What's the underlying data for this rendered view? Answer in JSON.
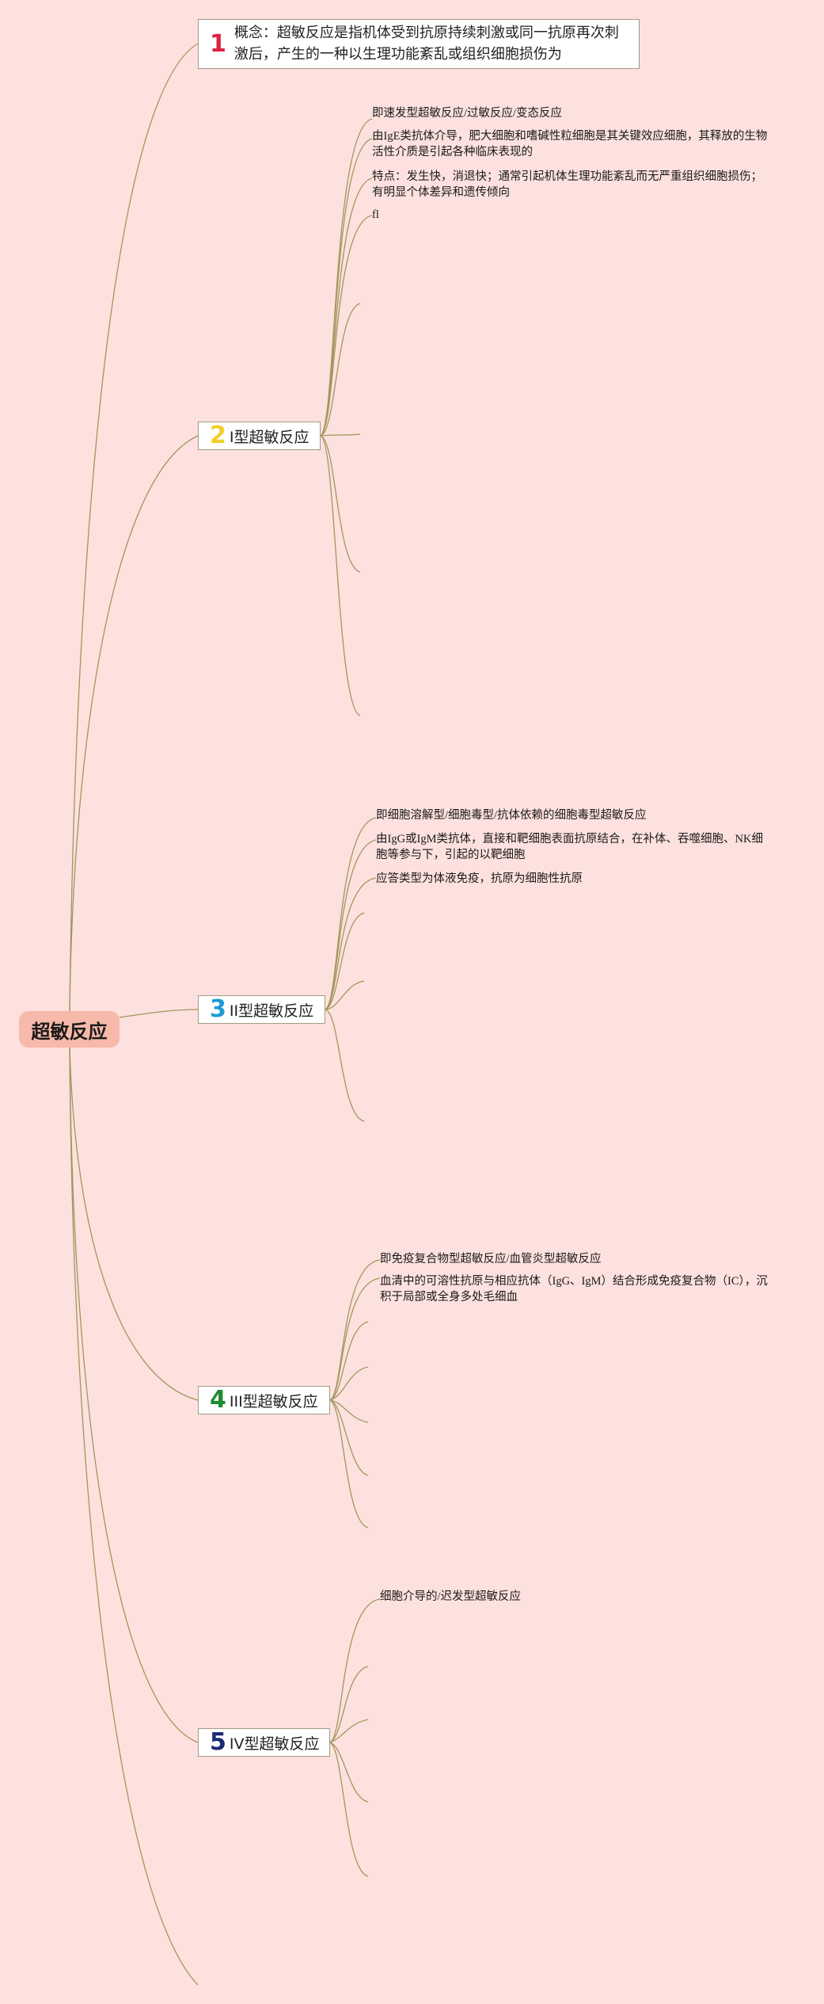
{
  "colors": {
    "background": "#fde1de",
    "root_fill": "#f7b9aa",
    "connector": "#a3955d",
    "num1": "#d9243f",
    "num2": "#f2cf2b",
    "num3": "#1e9bd8",
    "num4": "#1f8a32",
    "num5": "#1b2a73"
  },
  "root": {
    "label": "超敏反应"
  },
  "topics": {
    "t1": {
      "num": "1",
      "text": "概念：超敏反应是指机体受到抗原持续刺激或同一抗原再次刺激后，产生的一种以生理功能紊乱或组织细胞损伤为"
    },
    "t2": {
      "num": "2",
      "text": "I型超敏反应"
    },
    "t3": {
      "num": "3",
      "text": "II型超敏反应"
    },
    "t4": {
      "num": "4",
      "text": "III型超敏反应"
    },
    "t5": {
      "num": "5",
      "text": "IV型超敏反应"
    }
  },
  "leaves": {
    "t2": [
      "即速发型超敏反应/过敏反应/变态反应",
      "由IgE类抗体介导，肥大细胞和嗜碱性粒细胞是其关键效应细胞，其释放的生物活性介质是引起各种临床表现的",
      "特点：发生快，消退快；通常引起机体生理功能紊乱而无严重组织细胞损伤；有明显个体差异和遗传倾向",
      "fl"
    ],
    "t3": [
      "即细胞溶解型/细胞毒型/抗体依赖的细胞毒型超敏反应",
      "由IgG或IgM类抗体，直接和靶细胞表面抗原结合，在补体、吞噬细胞、NK细胞等参与下，引起的以靶细胞",
      "应答类型为体液免疫，抗原为细胞性抗原"
    ],
    "t4": [
      "即免疫复合物型超敏反应/血管炎型超敏反应",
      "血清中的可溶性抗原与相应抗体（IgG、IgM）结合形成免疫复合物（IC），沉积于局部或全身多处毛细血"
    ],
    "t5": [
      "细胞介导的/迟发型超敏反应"
    ]
  }
}
